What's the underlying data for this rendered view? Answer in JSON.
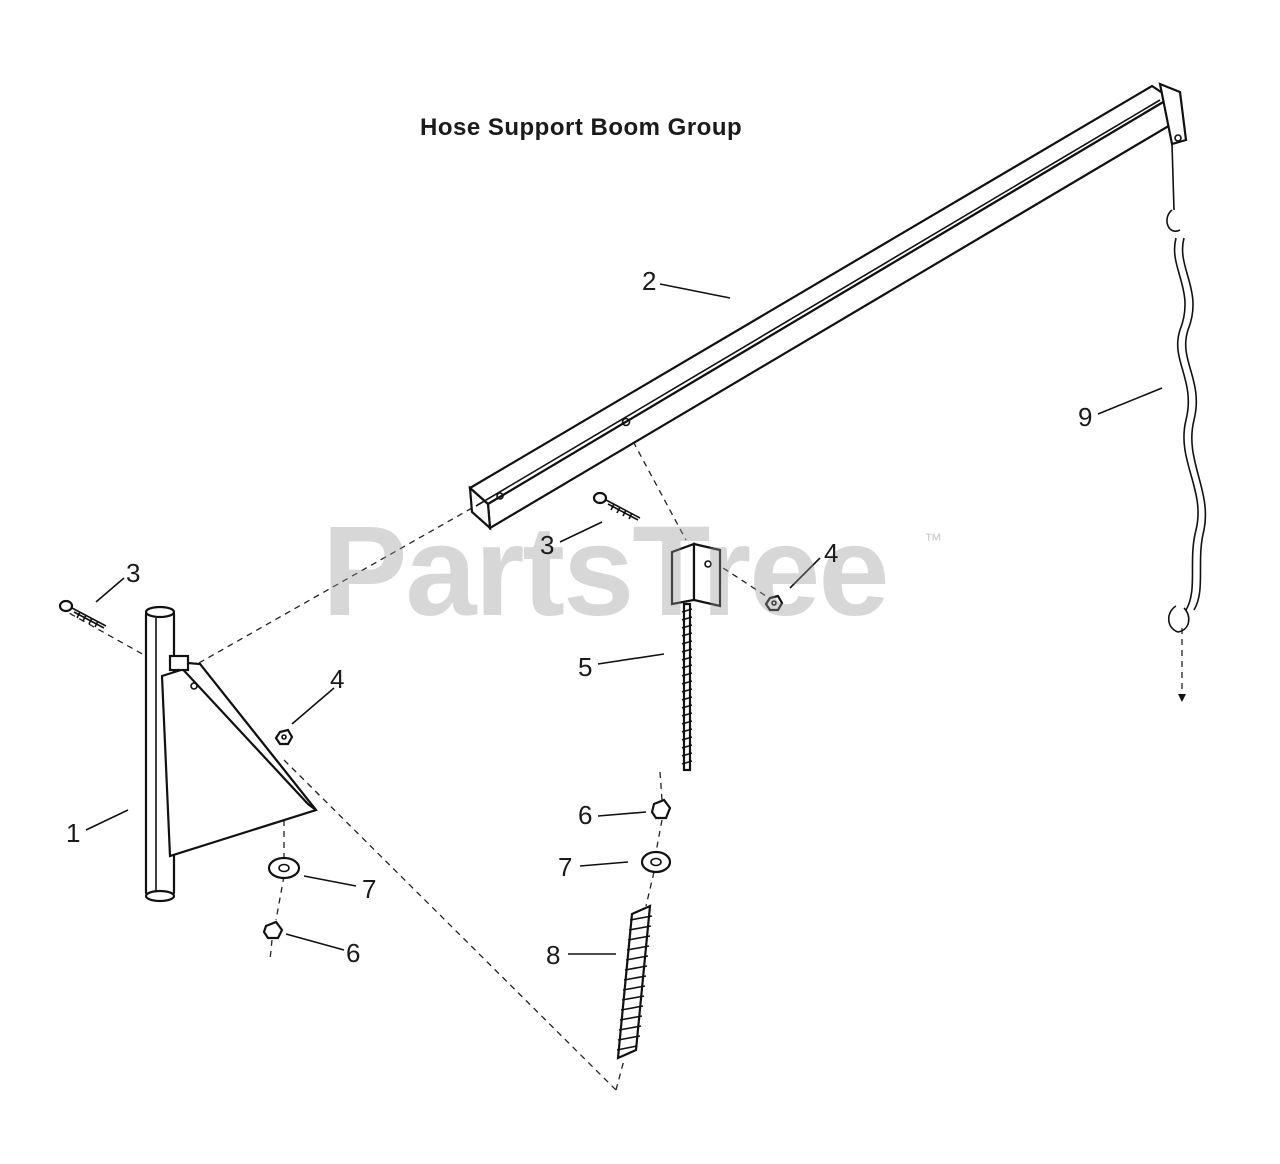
{
  "diagram": {
    "title": "Hose Support Boom Group",
    "watermark": "PartsTree",
    "watermark_mark": "™",
    "callouts": [
      "1",
      "2",
      "3",
      "3",
      "4",
      "4",
      "5",
      "6",
      "6",
      "7",
      "7",
      "8",
      "9"
    ]
  }
}
